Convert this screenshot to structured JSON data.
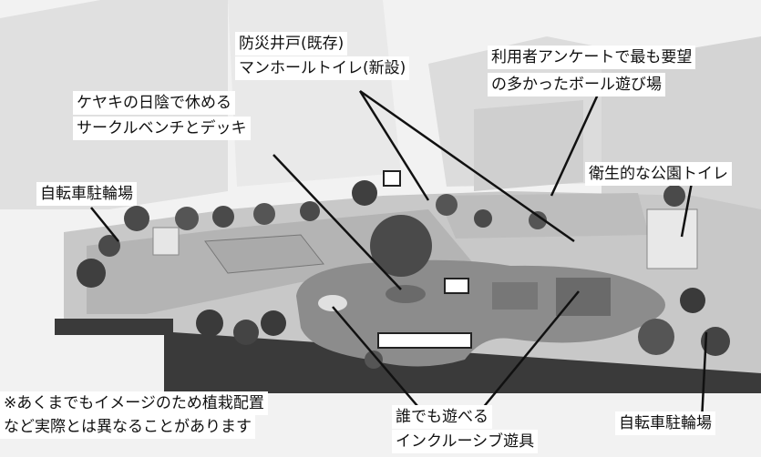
{
  "annotations": {
    "well": "防災井戸(既存)",
    "toilet_manhole": "マンホールトイレ(新設)",
    "keyaki_1": "ケヤキの日陰で休める",
    "keyaki_2": "サークルベンチとデッキ",
    "ball_1": "利用者アンケートで最も要望",
    "ball_2": "の多かったボール遊び場",
    "park_toilet": "衛生的な公園トイレ",
    "bicycle_left": "自転車駐輪場",
    "bicycle_right": "自転車駐輪場",
    "inclusive_1": "誰でも遊べる",
    "inclusive_2": "インクルーシブ遊具",
    "note_1": "※あくまでもイメージのため植栽配置",
    "note_2": "など実際とは異なることがあります"
  },
  "colors": {
    "ground": "#c8c8c8",
    "pavement": "#b4b4b4",
    "play_area": "#8c8c8c",
    "hedge": "#3a3a3a",
    "building": "#d8d8d8",
    "tree": "#4a4a4a"
  }
}
